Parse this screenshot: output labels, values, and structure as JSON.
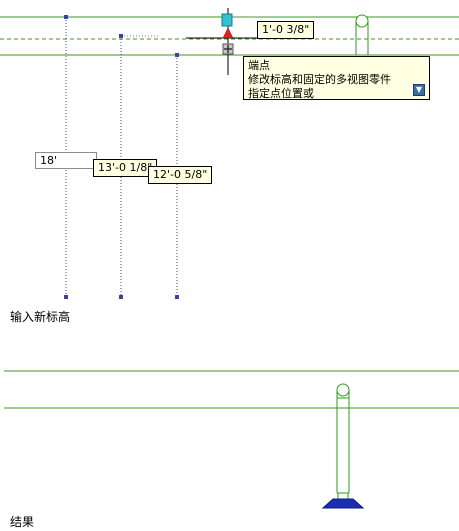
{
  "top_view": {
    "snap_readout": "1'-0 3/8\"",
    "tooltip": {
      "title": "端点",
      "line1": "修改标高和固定的多视图零件",
      "line2": "指定点位置或",
      "expand_icon": "expand-down-icon"
    },
    "elevation_input_value": "18'",
    "elevation_readout_1": "13'-0 1/8\"",
    "elevation_readout_2": "12'-0 5/8\"",
    "caption": "输入新标高"
  },
  "bottom_view": {
    "caption": "结果"
  },
  "colors": {
    "level_line": "#3c9a1e",
    "pipe": "#2e9a1a",
    "base": "#1a2eb0",
    "grip": "#33c0d0",
    "cursor_marker": "#e02020",
    "dim_line": "#4040a0"
  }
}
